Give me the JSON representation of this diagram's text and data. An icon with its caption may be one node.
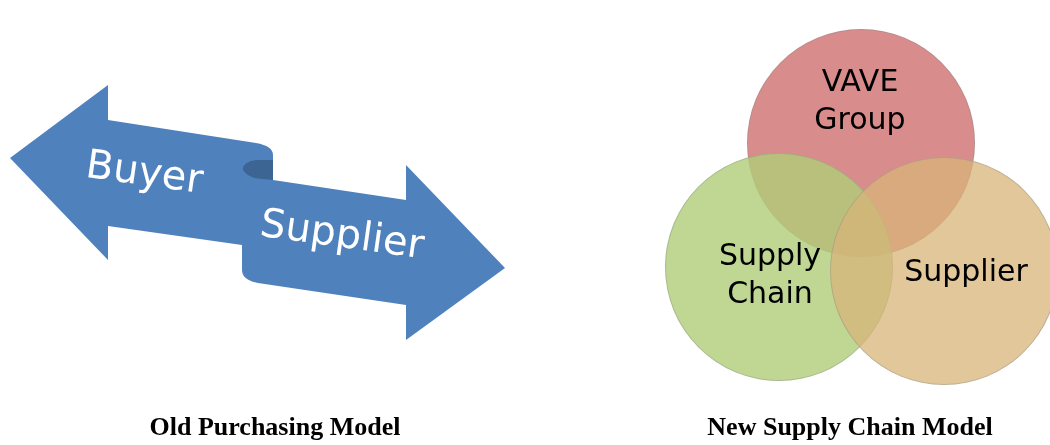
{
  "diagram": {
    "nodes": [
      {
        "text": [
          "Buyer",
          "Supplier"
        ]
      },
      {
        "text": [
          "VAVE Group"
        ]
      },
      {
        "text": [
          "Supply Chain"
        ]
      },
      {
        "text": [
          "Supplier"
        ]
      }
    ],
    "labels": [
      "Old Purchasing Model",
      "New Supply Chain Model"
    ]
  }
}
